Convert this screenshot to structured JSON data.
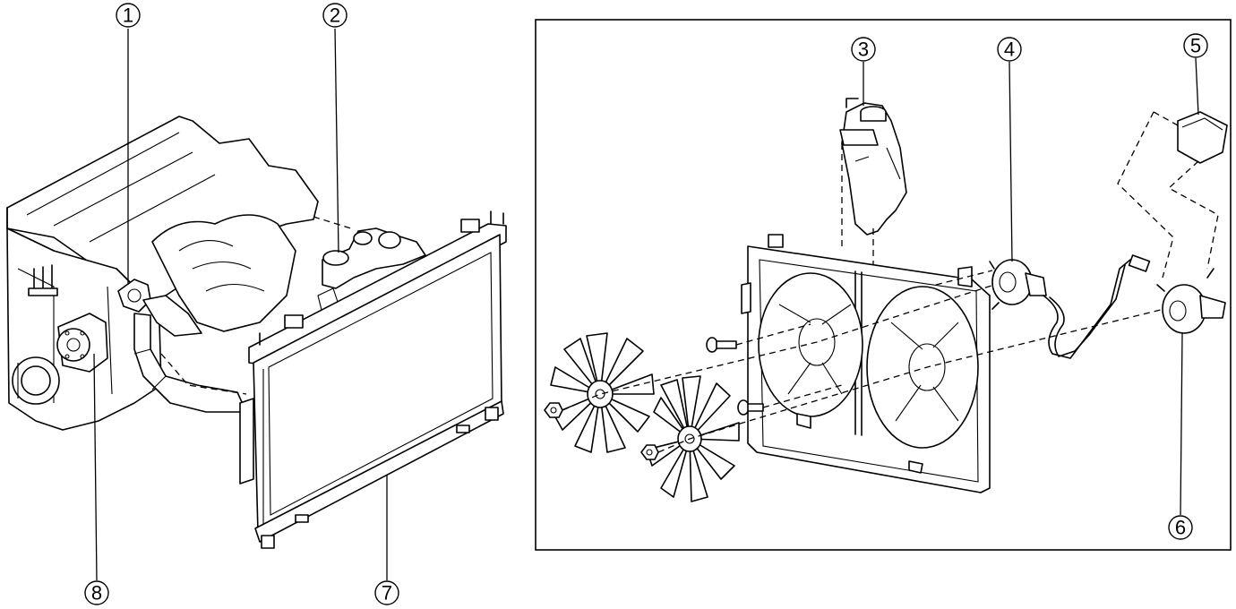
{
  "diagram": {
    "callouts": [
      {
        "id": "c1",
        "label": "1"
      },
      {
        "id": "c2",
        "label": "2"
      },
      {
        "id": "c3",
        "label": "3"
      },
      {
        "id": "c4",
        "label": "4"
      },
      {
        "id": "c5",
        "label": "5"
      },
      {
        "id": "c6",
        "label": "6"
      },
      {
        "id": "c7",
        "label": "7"
      },
      {
        "id": "c8",
        "label": "8"
      }
    ]
  }
}
